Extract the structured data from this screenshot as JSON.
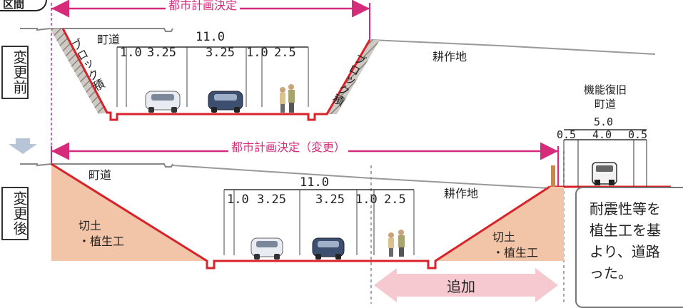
{
  "section_title": "区間",
  "before": {
    "label": "変更前",
    "city_plan": "都市計画決定",
    "town_road": "町道",
    "block_left": "ブロック積",
    "block_right": "ブロック積",
    "farmland": "耕作地",
    "total_width": "11.0",
    "dims": [
      "1.0",
      "3.25",
      "3.25",
      "1.0",
      "2.5"
    ]
  },
  "after": {
    "label": "変更後",
    "city_plan": "都市計画決定（変更）",
    "town_road": "町道",
    "farmland": "耕作地",
    "cut_left": [
      "切土",
      "・植生工"
    ],
    "cut_right": [
      "切土",
      "・植生工"
    ],
    "total_width": "11.0",
    "dims": [
      "1.0",
      "3.25",
      "3.25",
      "1.0",
      "2.5"
    ],
    "added": "追加"
  },
  "restoration": {
    "title": [
      "機能復旧",
      "町道"
    ],
    "total_width": "5.0",
    "dims": [
      "0.5",
      "4.0",
      "0.5"
    ]
  },
  "note": [
    "耐震性等を",
    "植生工を基",
    "より、道路",
    "った。"
  ],
  "colors": {
    "magenta": "#d62b7a",
    "red_line": "#d8232a",
    "cut_fill": "#f2c4a8",
    "add_arrow": "#f5c9cf",
    "arrow_gray": "#b8c4d8"
  }
}
